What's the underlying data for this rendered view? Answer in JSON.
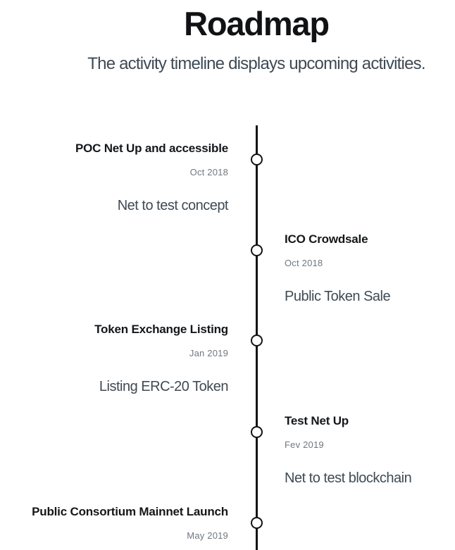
{
  "header": {
    "title": "Roadmap",
    "subtitle": "The activity timeline displays upcoming activities."
  },
  "timeline": {
    "entries": [
      {
        "title": "POC Net Up and accessible",
        "date": "Oct 2018",
        "description": "Net to test concept",
        "side": "left"
      },
      {
        "title": "ICO Crowdsale",
        "date": "Oct 2018",
        "description": "Public Token Sale",
        "side": "right"
      },
      {
        "title": "Token Exchange Listing",
        "date": "Jan 2019",
        "description": "Listing ERC-20 Token",
        "side": "left"
      },
      {
        "title": "Test Net Up",
        "date": "Fev 2019",
        "description": "Net to test blockchain",
        "side": "right"
      },
      {
        "title": "Public Consortium Mainnet Launch",
        "date": "May 2019",
        "side": "left"
      }
    ]
  },
  "colors": {
    "background": "#ffffff",
    "title_text": "#111214",
    "subtitle_text": "#3e4a54",
    "entry_title_text": "#14171a",
    "date_text": "#6e7881",
    "description_text": "#3e4a54",
    "line": "#131313",
    "marker_fill": "#ffffff",
    "marker_border": "#131313"
  }
}
